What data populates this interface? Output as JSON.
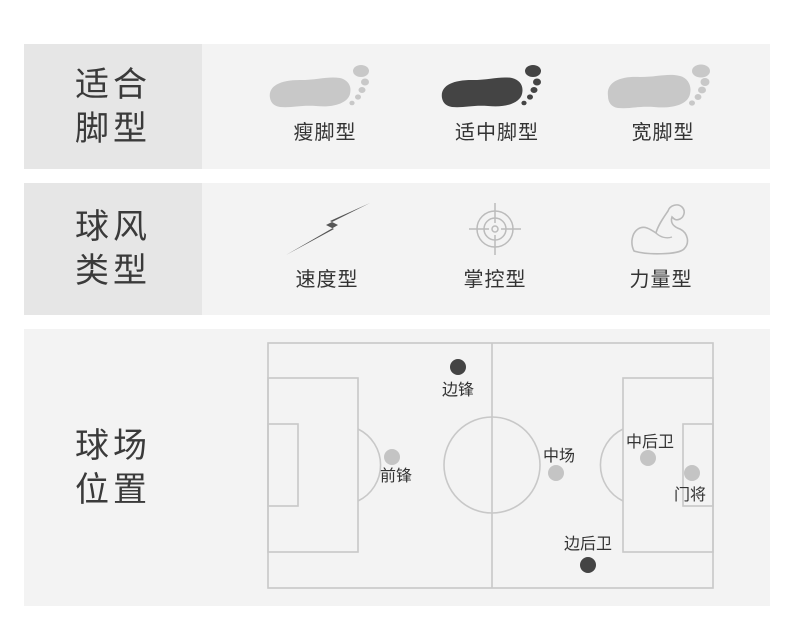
{
  "foot_type": {
    "label": "适合\n脚型",
    "items": [
      {
        "label": "瘦脚型",
        "icon": "foot-icon",
        "color": "#c8c8c8"
      },
      {
        "label": "适中脚型",
        "icon": "foot-icon",
        "color": "#444444"
      },
      {
        "label": "宽脚型",
        "icon": "foot-icon",
        "color": "#c8c8c8"
      }
    ]
  },
  "play_style": {
    "label": "球风\n类型",
    "items": [
      {
        "label": "速度型",
        "icon": "lightning-icon"
      },
      {
        "label": "掌控型",
        "icon": "crosshair-icon"
      },
      {
        "label": "力量型",
        "icon": "flexed-arm-icon"
      }
    ]
  },
  "field_position": {
    "label": "球场\n位置",
    "positions": [
      {
        "label": "边锋",
        "highlighted": true
      },
      {
        "label": "前锋",
        "highlighted": false
      },
      {
        "label": "中场",
        "highlighted": false
      },
      {
        "label": "中后卫",
        "highlighted": false
      },
      {
        "label": "门将",
        "highlighted": false
      },
      {
        "label": "边后卫",
        "highlighted": true
      }
    ]
  }
}
